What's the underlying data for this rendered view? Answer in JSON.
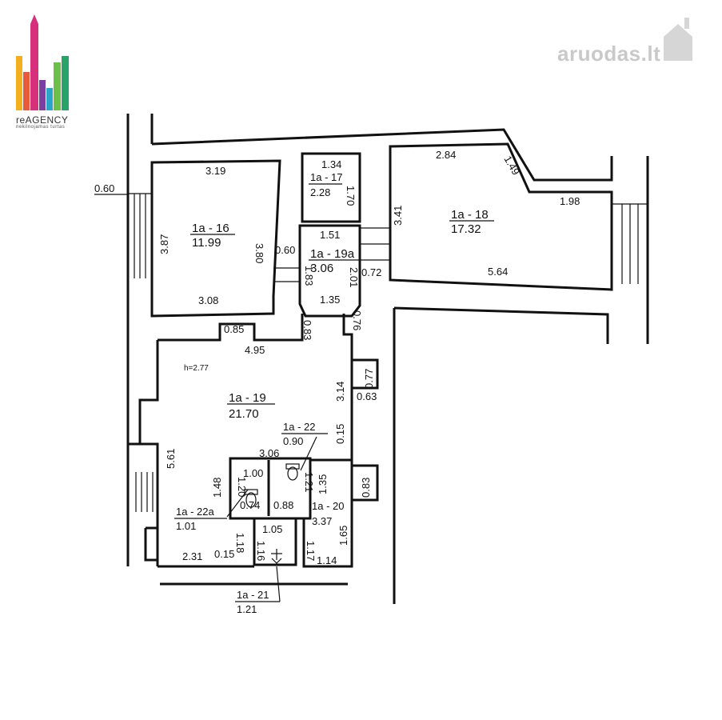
{
  "branding": {
    "agency_name": "reAGENCY",
    "agency_tagline": "nekilnojamas turtas",
    "watermark": "aruodas.lt"
  },
  "plan": {
    "ceiling_height": "h=2.77",
    "rooms": [
      {
        "id": "room-16",
        "code": "1a - 16",
        "area": "11.99"
      },
      {
        "id": "room-17",
        "code": "1a - 17",
        "area": "2.28"
      },
      {
        "id": "room-18",
        "code": "1a - 18",
        "area": "17.32"
      },
      {
        "id": "room-19a",
        "code": "1a - 19a",
        "area": "3.06"
      },
      {
        "id": "room-19",
        "code": "1a - 19",
        "area": "21.70"
      },
      {
        "id": "room-22",
        "code": "1a - 22",
        "area": "0.90"
      },
      {
        "id": "room-22a",
        "code": "1a - 22a",
        "area": "1.01"
      },
      {
        "id": "room-20",
        "code": "1a - 20",
        "area": "3.37"
      },
      {
        "id": "room-21",
        "code": "1a - 21",
        "area": "1.21"
      }
    ],
    "dimensions": [
      "0.60",
      "3.19",
      "3.87",
      "3.80",
      "3.08",
      "0.60",
      "1.83",
      "1.34",
      "1.70",
      "1.51",
      "2.01",
      "0.72",
      "1.35",
      "2.84",
      "1.49",
      "1.98",
      "3.41",
      "5.64",
      "0.85",
      "0.83",
      "0.76",
      "4.95",
      "0.77",
      "0.63",
      "3.14",
      "0.15",
      "5.61",
      "3.06",
      "1.00",
      "1.20",
      "0.74",
      "0.88",
      "1.21",
      "1.35",
      "0.83",
      "1.48",
      "1.05",
      "1.16",
      "1.18",
      "1.17",
      "1.65",
      "2.31",
      "0.15",
      "1.14"
    ]
  }
}
